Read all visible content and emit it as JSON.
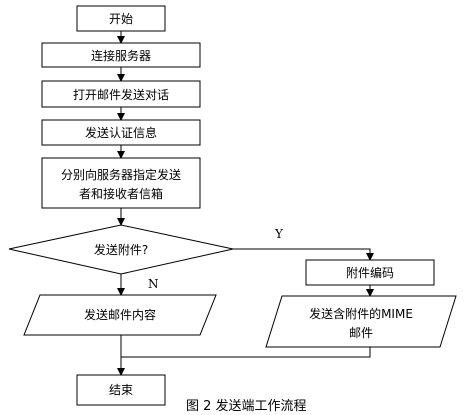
{
  "diagram": {
    "nodes": {
      "start": "开始",
      "connect": "连接服务器",
      "open_session": "打开邮件发送对话",
      "auth": "发送认证信息",
      "specify_line1": "分别向服务器指定发送",
      "specify_line2": "者和接收者信箱",
      "decision": "发送附件?",
      "send_mail": "发送邮件内容",
      "encode": "附件编码",
      "send_mime_line1": "发送含附件的MIME",
      "send_mime_line2": "邮件",
      "end": "结束"
    },
    "edge_labels": {
      "yes": "Y",
      "no": "N"
    },
    "caption": "图 2 发送端工作流程"
  }
}
